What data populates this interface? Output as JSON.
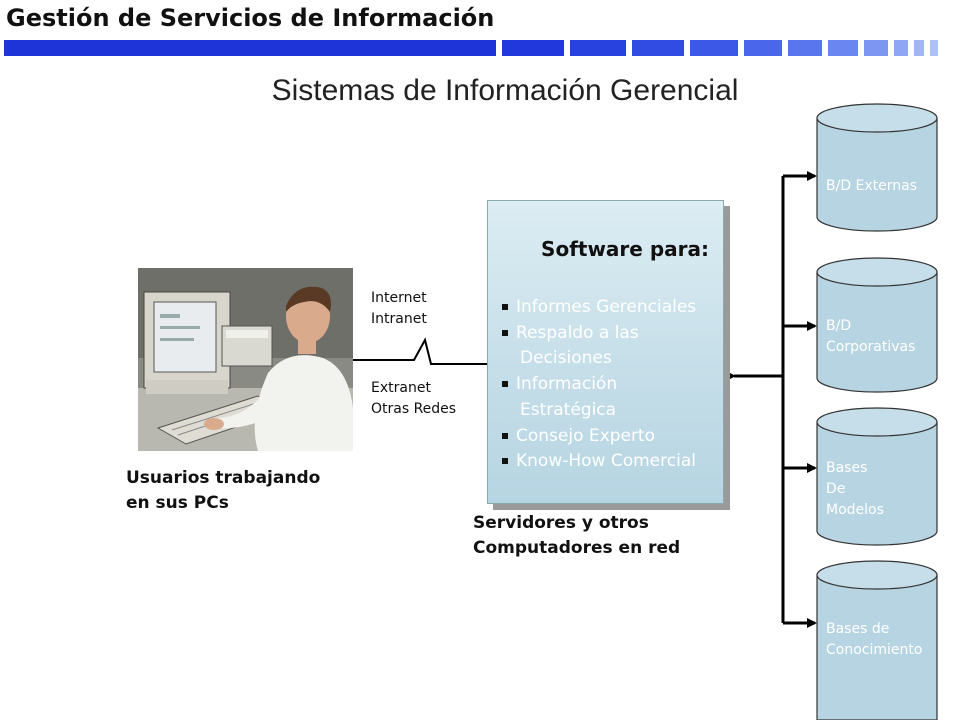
{
  "header": {
    "title": "Gestión de Servicios de Información"
  },
  "slide_title": "Sistemas de Información Gerencial",
  "users": {
    "caption_line1": "Usuarios trabajando",
    "caption_line2": "en sus PCs"
  },
  "network": {
    "line1": "Internet",
    "line2": "Intranet",
    "line3": "Extranet",
    "line4": "Otras Redes"
  },
  "software": {
    "heading": "Software para:",
    "items": [
      {
        "line1": "Informes Gerenciales",
        "line2": ""
      },
      {
        "line1": "Respaldo a las",
        "line2": "Decisiones"
      },
      {
        "line1": "Información",
        "line2": "Estratégica"
      },
      {
        "line1": "Consejo Experto",
        "line2": ""
      },
      {
        "line1": "Know-How Comercial",
        "line2": ""
      }
    ]
  },
  "servers": {
    "caption_line1": "Servidores y otros",
    "caption_line2": "Computadores en red"
  },
  "databases": [
    {
      "line1": "B/D Externas",
      "line2": "",
      "line3": ""
    },
    {
      "line1": "B/D",
      "line2": "Corporativas",
      "line3": ""
    },
    {
      "line1": "Bases",
      "line2": "De",
      "line3": "Modelos"
    },
    {
      "line1": "Bases de",
      "line2": "Conocimiento",
      "line3": ""
    }
  ],
  "colors": {
    "bar_blue": "#1f34d8",
    "db_fill": "#b7d4e2",
    "box_fill": "#c9e0ea",
    "list_text": "#ffffff"
  }
}
